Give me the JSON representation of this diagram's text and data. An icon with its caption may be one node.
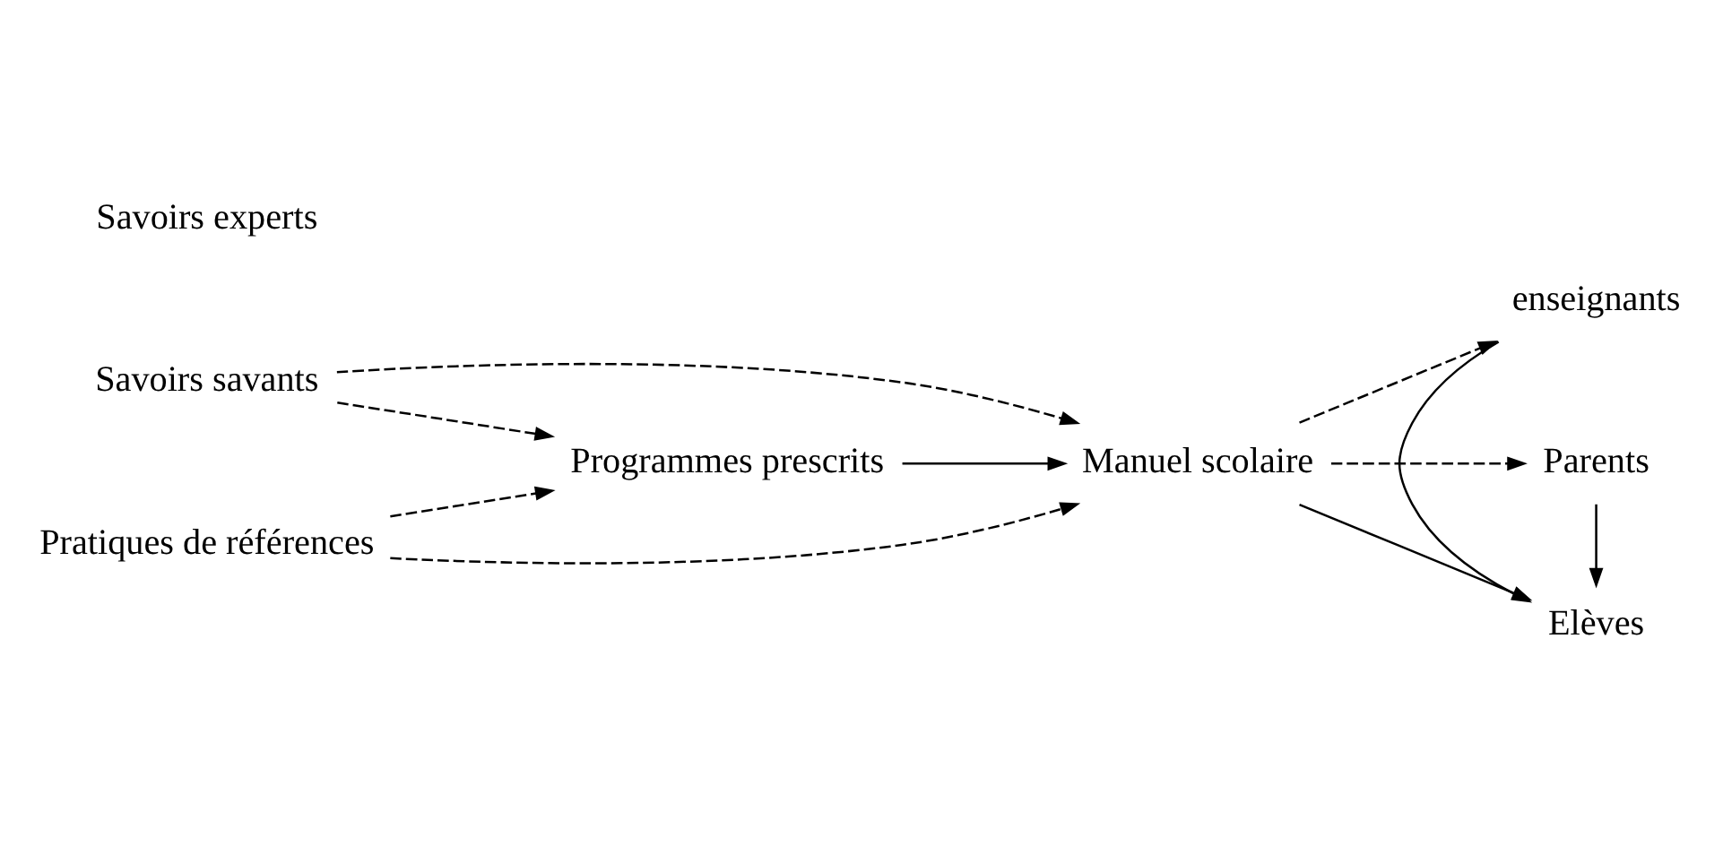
{
  "diagram": {
    "nodes": [
      {
        "text": [
          "Programmes prescrits"
        ]
      },
      {
        "text": [
          "enseignants"
        ]
      },
      {
        "text": [
          "Manuel scolaire"
        ]
      },
      {
        "text": [
          "Savoirs savants"
        ]
      },
      {
        "text": [
          "Elèves"
        ]
      },
      {
        "text": [
          "Parents"
        ]
      },
      {
        "text": [
          "Pratiques de références"
        ]
      }
    ],
    "edges": [
      {
        "from": 0,
        "to": 2,
        "arrow": "to"
      },
      {
        "from": 2,
        "to": 1,
        "arrow": "to",
        "style": "dashed"
      },
      {
        "from": 1,
        "to": 4,
        "arrow": "to"
      },
      {
        "from": 3,
        "to": 0,
        "arrow": "to",
        "style": "dashed"
      },
      {
        "from": 3,
        "to": 2,
        "arrow": "to",
        "style": "dashed"
      },
      {
        "from": 6,
        "to": 0,
        "arrow": "to",
        "style": "dashed"
      },
      {
        "from": 6,
        "to": 2,
        "arrow": "to",
        "style": "dashed"
      },
      {
        "from": 2,
        "to": 4,
        "arrow": "to"
      },
      {
        "from": 2,
        "to": 5,
        "arrow": "to",
        "style": "dashed"
      },
      {
        "from": 5,
        "to": 4,
        "arrow": "to"
      }
    ],
    "labels": [
      "Savoirs experts"
    ]
  }
}
